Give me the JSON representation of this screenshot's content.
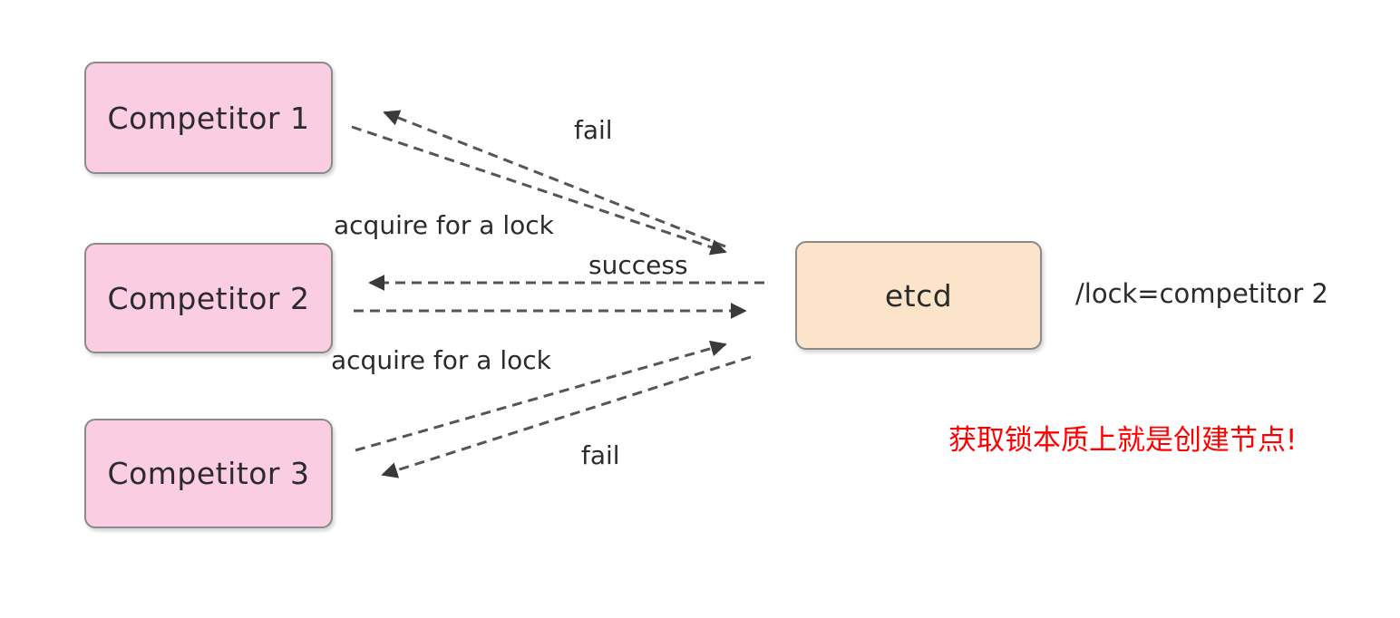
{
  "diagram": {
    "title": "etcd distributed lock acquisition",
    "nodes": [
      {
        "id": "competitor1",
        "label": "Competitor 1",
        "color": "#fbcde2"
      },
      {
        "id": "competitor2",
        "label": "Competitor 2",
        "color": "#fbcde2"
      },
      {
        "id": "competitor3",
        "label": "Competitor 3",
        "color": "#fbcde2"
      },
      {
        "id": "etcd",
        "label": "etcd",
        "color": "#fce4ca"
      }
    ],
    "edges": [
      {
        "id": "c1-acquire",
        "from": "competitor1",
        "to": "etcd",
        "label": "acquire for a lock",
        "style": "dashed"
      },
      {
        "id": "c1-fail",
        "from": "etcd",
        "to": "competitor1",
        "label": "fail",
        "style": "dashed"
      },
      {
        "id": "c2-acquire",
        "from": "competitor2",
        "to": "etcd",
        "label": "",
        "style": "dashed"
      },
      {
        "id": "c2-success",
        "from": "etcd",
        "to": "competitor2",
        "label": "success",
        "style": "dashed"
      },
      {
        "id": "c3-acquire",
        "from": "competitor3",
        "to": "etcd",
        "label": "acquire for a lock",
        "style": "dashed"
      },
      {
        "id": "c3-fail",
        "from": "etcd",
        "to": "competitor3",
        "label": "fail",
        "style": "dashed"
      }
    ],
    "labels": {
      "acquire_top": "acquire for a lock",
      "acquire_bottom": "acquire for a lock",
      "success": "success",
      "fail_top": "fail",
      "fail_bottom": "fail",
      "lock_value": "/lock=competitor 2",
      "note_cn": "获取锁本质上就是创建节点!"
    },
    "colors": {
      "node_pink": "#fbcde2",
      "node_peach": "#fce4ca",
      "node_border": "#8a8a8a",
      "edge": "#555555",
      "text": "#2b2b2b",
      "note": "#ff0000",
      "background": "#ffffff"
    }
  }
}
